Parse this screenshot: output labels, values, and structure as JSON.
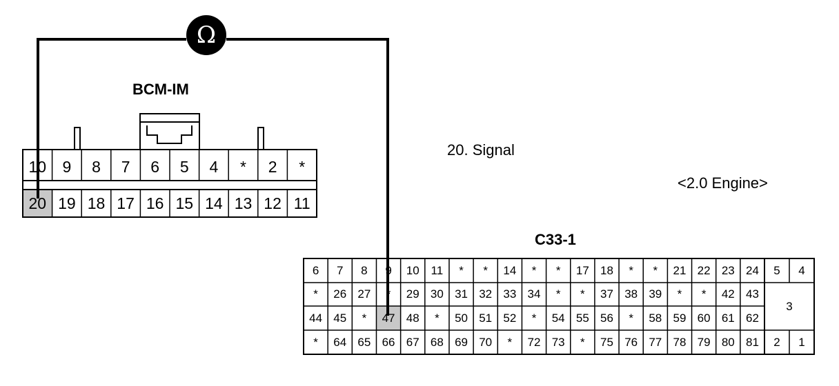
{
  "meter": {
    "symbol": "Ω"
  },
  "bcm": {
    "title": "BCM-IM",
    "row1": [
      "10",
      "9",
      "8",
      "7",
      "6",
      "5",
      "4",
      "*",
      "2",
      "*"
    ],
    "row2": [
      "20",
      "19",
      "18",
      "17",
      "16",
      "15",
      "14",
      "13",
      "12",
      "11"
    ],
    "highlighted_pin": "20"
  },
  "signal_label": "20. Signal",
  "engine_label": "<2.0 Engine>",
  "c33": {
    "title": "C33-1",
    "row1": [
      "6",
      "7",
      "8",
      "9",
      "10",
      "11",
      "*",
      "*",
      "14",
      "*",
      "*",
      "17",
      "18",
      "*",
      "*",
      "21",
      "22",
      "23",
      "24"
    ],
    "row2": [
      "*",
      "26",
      "27",
      "*",
      "29",
      "30",
      "31",
      "32",
      "33",
      "34",
      "*",
      "*",
      "37",
      "38",
      "39",
      "*",
      "*",
      "42",
      "43"
    ],
    "row3": [
      "44",
      "45",
      "*",
      "47",
      "48",
      "*",
      "50",
      "51",
      "52",
      "*",
      "54",
      "55",
      "56",
      "*",
      "58",
      "59",
      "60",
      "61",
      "62"
    ],
    "row4": [
      "*",
      "64",
      "65",
      "66",
      "67",
      "68",
      "69",
      "70",
      "*",
      "72",
      "73",
      "*",
      "75",
      "76",
      "77",
      "78",
      "79",
      "80",
      "81"
    ],
    "right_top": [
      "5",
      "4"
    ],
    "right_mid": "3",
    "right_bottom": [
      "2",
      "1"
    ],
    "highlighted_pin": "47"
  },
  "colors": {
    "line": "#000000",
    "highlight": "#c8c8c8"
  }
}
